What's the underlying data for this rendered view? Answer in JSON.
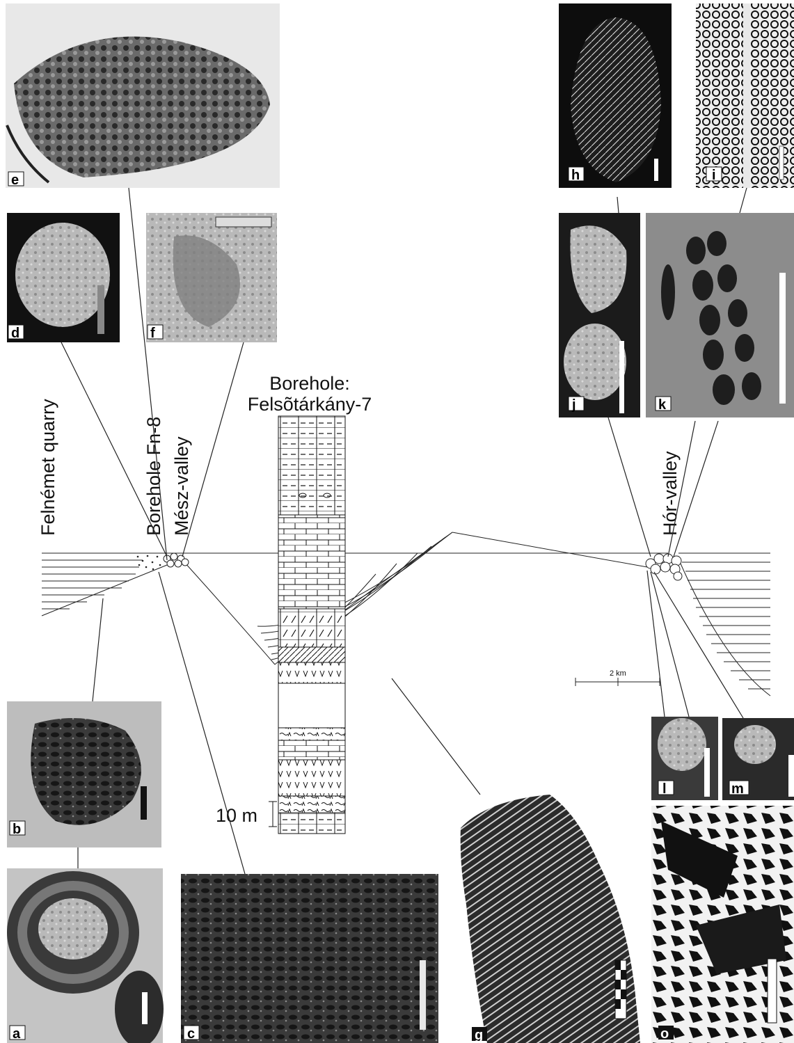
{
  "locations": {
    "felnemet": "Felnémet quarry",
    "fn8": "Borehole Fn-8",
    "mesz": "Mész-valley",
    "hor": "Hór-valley"
  },
  "borehole": {
    "title_line1": "Borehole:",
    "title_line2": "Felsõtárkány-7",
    "scale_label": "10 m"
  },
  "map_scale": {
    "label": "2 km"
  },
  "photos": {
    "a": "a",
    "b": "b",
    "c": "c",
    "d": "d",
    "e": "e",
    "f": "f",
    "g": "g",
    "h": "h",
    "i": "i",
    "j": "j",
    "k": "k",
    "l": "l",
    "m": "m",
    "o": "o"
  }
}
